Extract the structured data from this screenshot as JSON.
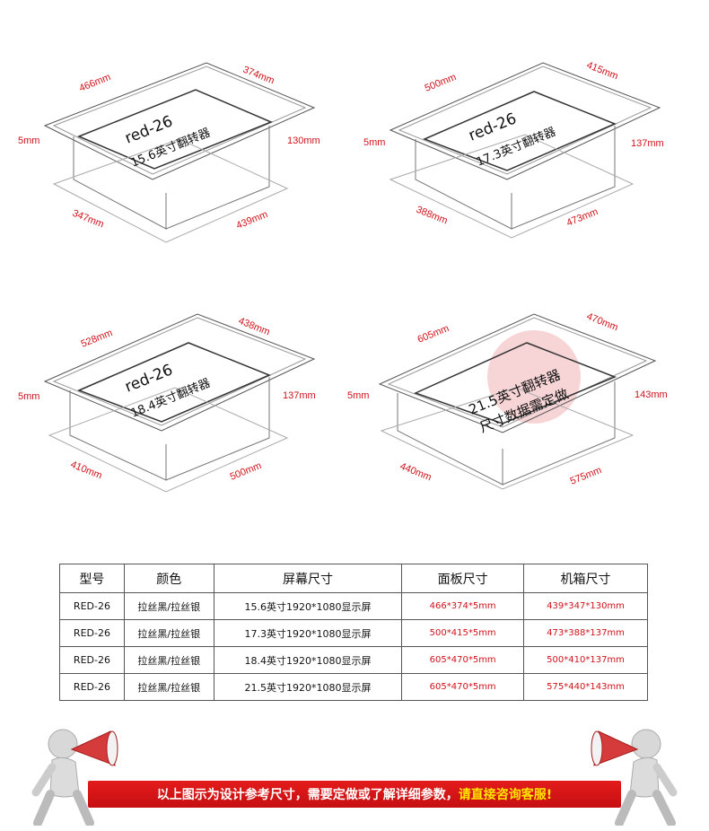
{
  "diagrams": [
    {
      "lid_model": "red-26",
      "lid_size": "15.6英寸翻转器",
      "dims": {
        "top_left": "466mm",
        "top_right": "374mm",
        "left": "5mm",
        "right": "130mm",
        "bottom_left": "347mm",
        "bottom_right": "439mm"
      }
    },
    {
      "lid_model": "red-26",
      "lid_size": "17.3英寸翻转器",
      "dims": {
        "top_left": "500mm",
        "top_right": "415mm",
        "left": "5mm",
        "right": "137mm",
        "bottom_left": "388mm",
        "bottom_right": "473mm"
      }
    },
    {
      "lid_model": "red-26",
      "lid_size": "18.4英寸翻转器",
      "dims": {
        "top_left": "528mm",
        "top_right": "438mm",
        "left": "5mm",
        "right": "137mm",
        "bottom_left": "410mm",
        "bottom_right": "500mm"
      }
    },
    {
      "lid_model": "",
      "lid_size": "21.5英寸翻转器",
      "lid_note": "尺寸数据需定做",
      "dims": {
        "top_left": "605mm",
        "top_right": "470mm",
        "left": "5mm",
        "right": "143mm",
        "bottom_left": "440mm",
        "bottom_right": "575mm"
      }
    }
  ],
  "table": {
    "headers": [
      "型号",
      "颜色",
      "屏幕尺寸",
      "面板尺寸",
      "机箱尺寸"
    ],
    "rows": [
      [
        "RED-26",
        "拉丝黑/拉丝银",
        "15.6英寸1920*1080显示屏",
        "466*374*5mm",
        "439*347*130mm"
      ],
      [
        "RED-26",
        "拉丝黑/拉丝银",
        "17.3英寸1920*1080显示屏",
        "500*415*5mm",
        "473*388*137mm"
      ],
      [
        "RED-26",
        "拉丝黑/拉丝银",
        "18.4英寸1920*1080显示屏",
        "605*470*5mm",
        "500*410*137mm"
      ],
      [
        "RED-26",
        "拉丝黑/拉丝银",
        "21.5英寸1920*1080显示屏",
        "605*470*5mm",
        "575*440*143mm"
      ]
    ]
  },
  "banner": {
    "text": "以上图示为设计参考尺寸，需要定做或了解详细参数，",
    "highlight": "请直接咨询客服!"
  },
  "colors": {
    "dimension": "#d0121b",
    "banner": "#d3151a",
    "banner_highlight": "#ffe600"
  }
}
